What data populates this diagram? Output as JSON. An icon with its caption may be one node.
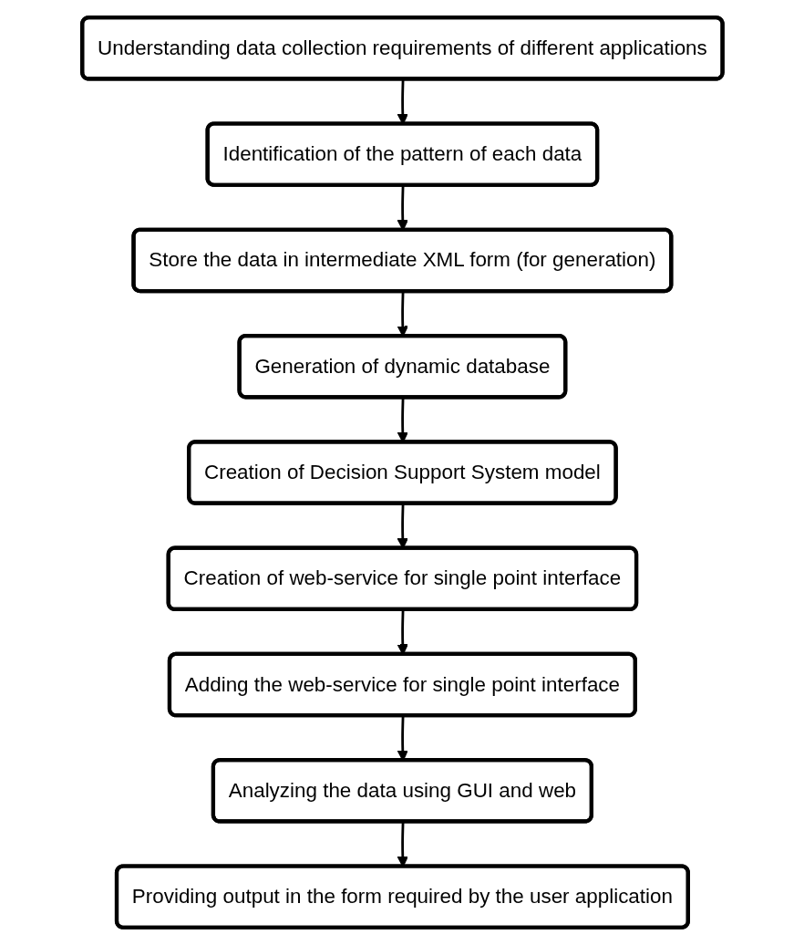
{
  "diagram": {
    "nodes": [
      {
        "text": [
          "Understanding data collection requirements of different applications"
        ]
      },
      {
        "text": [
          "Identification of the pattern of each data"
        ]
      },
      {
        "text": [
          "Store the data in intermediate XML form (for generation)"
        ]
      },
      {
        "text": [
          "Generation of dynamic database"
        ]
      },
      {
        "text": [
          "Creation of Decision Support System model"
        ]
      },
      {
        "text": [
          "Creation of web-service for single point interface"
        ]
      },
      {
        "text": [
          "Adding the web-service for single point interface"
        ]
      },
      {
        "text": [
          "Analyzing the data using GUI and web"
        ]
      },
      {
        "text": [
          "Providing output in the form required by the user application"
        ]
      }
    ],
    "edges": [
      {
        "from": 0,
        "to": 1,
        "arrow": "to"
      },
      {
        "from": 1,
        "to": 2,
        "arrow": "to"
      },
      {
        "from": 2,
        "to": 3,
        "arrow": "to"
      },
      {
        "from": 3,
        "to": 4,
        "arrow": "to"
      },
      {
        "from": 4,
        "to": 5,
        "arrow": "to"
      },
      {
        "from": 5,
        "to": 6,
        "arrow": "to"
      },
      {
        "from": 6,
        "to": 7,
        "arrow": "to"
      },
      {
        "from": 7,
        "to": 8,
        "arrow": "to"
      }
    ]
  }
}
